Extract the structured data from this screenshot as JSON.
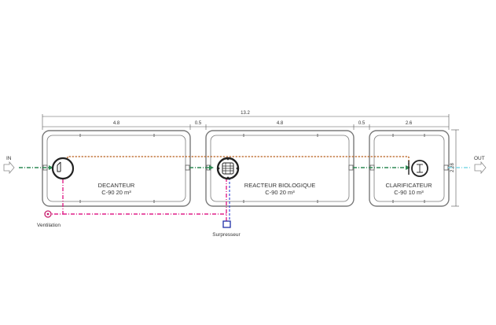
{
  "dimensions": {
    "total": "13.2",
    "decanteur": "4.8",
    "gap1": "0.5",
    "reacteur": "4.8",
    "gap2": "0.5",
    "clarificateur": "2.6",
    "height": "2.28"
  },
  "tanks": {
    "decanteur": {
      "name": "DECANTEUR",
      "spec": "C-90 20 m³"
    },
    "reacteur": {
      "name": "REACTEUR BIOLOGIQUE",
      "spec": "C-90 20 m³"
    },
    "clarificateur": {
      "name": "CLARIFICATEUR",
      "spec": "C-90 10 m³"
    }
  },
  "labels": {
    "inlet": "IN",
    "outlet": "OUT",
    "ventilation": "Ventilation",
    "surpresseur": "Surpresseur"
  },
  "colors": {
    "outline": "#7a7a7a",
    "inflow": "#2f8a55",
    "outflow": "#7fd8e6",
    "recirculation": "#b5651d",
    "air": "#e0218a",
    "blower_line": "#3b4fd8",
    "vent_marker": "#c81e6e"
  },
  "icons": [
    "inlet-arrow-icon",
    "outlet-arrow-icon",
    "ventilation-icon",
    "blower-icon",
    "manhole-icon"
  ]
}
